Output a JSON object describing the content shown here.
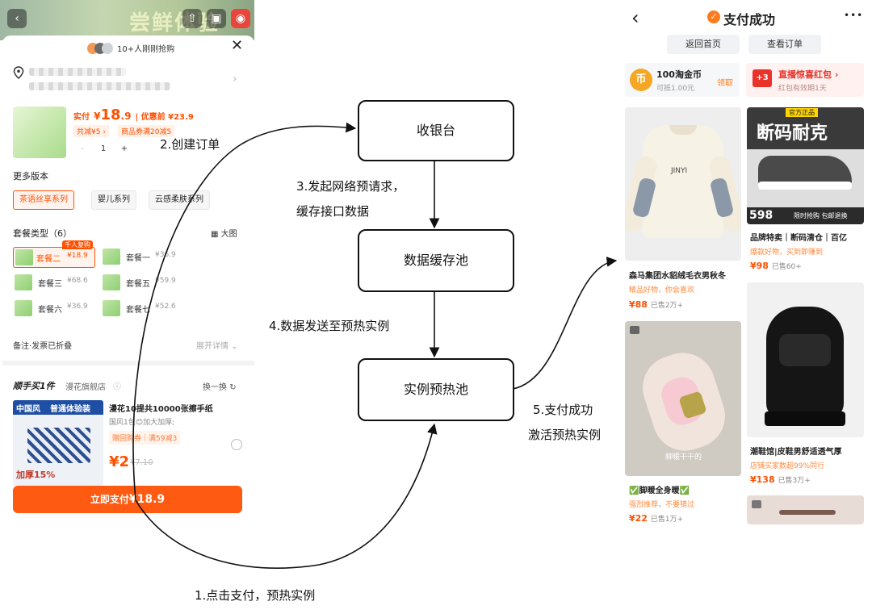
{
  "left_app": {
    "top_bar": {
      "back_glyph": "‹",
      "banner_fragment": "尝鲜体验",
      "badge_glyph": "◉"
    },
    "ticker": "10+人刚刚抢购",
    "price": {
      "prefix": "实付",
      "currency": "¥",
      "main": "18",
      "decimal": ".9",
      "original": "| 优惠前 ¥23.9"
    },
    "discount_tags": [
      "共减¥5 ›",
      "商品券满20减5"
    ],
    "quantity": {
      "minus": "-",
      "value": "1",
      "plus": "+"
    },
    "more_versions": {
      "label": "更多版本",
      "options": [
        "茶语丝享系列",
        "婴儿系列",
        "云感柔肤系列"
      ],
      "selected": 0
    },
    "packages": {
      "label": "套餐类型（6）",
      "view_toggle": "大图",
      "hot_badge": "千人复购",
      "items": [
        {
          "name": "套餐二",
          "price": "¥18.9"
        },
        {
          "name": "套餐一",
          "price": "¥36.9"
        },
        {
          "name": "套餐三",
          "price": "¥68.6"
        },
        {
          "name": "套餐五",
          "price": "¥59.9"
        },
        {
          "name": "套餐六",
          "price": "¥36.9"
        },
        {
          "name": "套餐七",
          "price": "¥52.6"
        }
      ],
      "selected": 0
    },
    "remark": {
      "label": "备注·发票已折叠",
      "expand": "展开详情"
    },
    "addon": {
      "title": "顺手买1件",
      "store": "漫花旗舰店",
      "swap": "换一换",
      "product_title": "漫花10提共10000张擦手纸",
      "product_sub": "国风1包😊加大加厚;",
      "deal_tag": "赠回购券｜满59减3",
      "price_main": "¥2",
      "price_strike": "¥7.10",
      "img_label_1": "中国风",
      "img_label_2": "普通体验装",
      "img_label_3": "加厚15%"
    },
    "pay_button": {
      "label": "立即支付",
      "amount": "¥18.9"
    }
  },
  "diagram": {
    "nodes": {
      "cashier": "收银台",
      "cache_pool": "数据缓存池",
      "warm_pool": "实例预热池"
    },
    "labels": {
      "step1": "1.点击支付，预热实例",
      "step2": "2.创建订单",
      "step3_line1": "3.发起网络预请求，",
      "step3_line2": "缓存接口数据",
      "step4": "4.数据发送至预热实例",
      "step5_line1": "5.支付成功",
      "step5_line2": "激活预热实例"
    }
  },
  "right_app": {
    "header": {
      "title": "支付成功",
      "back_glyph": "‹",
      "more_glyph": "•••"
    },
    "actions": {
      "home": "返回首页",
      "order": "查看订单"
    },
    "coin_card": {
      "icon_glyph": "币",
      "title": "100淘金币",
      "sub": "可抵1.00元",
      "claim": "领取"
    },
    "redpack_card": {
      "badge": "+3",
      "title": "直播惊喜红包 ›",
      "sub": "红包有效期1天"
    },
    "products": [
      {
        "title": "森马集团水貂绒毛衣男秋冬",
        "sub": "精品好物，你会喜欢",
        "price": "¥88",
        "sold": "已售2万+",
        "img_text": "JINYI"
      },
      {
        "title": "品牌特卖｜断码清仓｜百亿",
        "sub": "爆款好物，买到即赚到",
        "price": "¥98",
        "sold": "已售60+",
        "img_text": "断码耐克",
        "img_badge": "官方正品",
        "img_price": "598",
        "img_tag": "限时抢购 包邮退换"
      },
      {
        "title": "✅脚暖全身暖✅",
        "sub": "强烈推荐，不要错过",
        "price": "¥22",
        "sold": "已售1万+",
        "img_text": "脚暖干干的"
      },
      {
        "title": "潮鞋馆|皮鞋男舒适透气厚",
        "sub": "店铺买家数超99%同行",
        "price": "¥138",
        "sold": "已售3万+"
      }
    ]
  },
  "colors": {
    "accent": "#ff5000",
    "node_border": "#111111",
    "arrow": "#111111"
  },
  "icons": [
    "back-icon",
    "location-icon",
    "close-icon",
    "grid-icon",
    "refresh-icon",
    "check-circle-icon",
    "more-icon",
    "coin-icon",
    "video-icon",
    "radio-icon"
  ]
}
